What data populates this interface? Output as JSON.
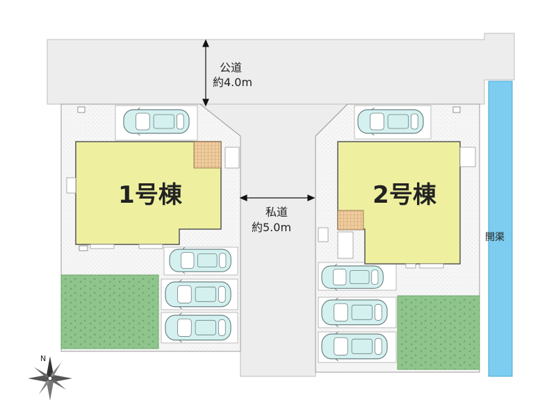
{
  "public_road": {
    "name": "公道",
    "width": "約4.0m"
  },
  "private_road": {
    "name": "私道",
    "width": "約5.0m"
  },
  "canal": {
    "label": "開渠"
  },
  "buildings": [
    {
      "label": "1号棟"
    },
    {
      "label": "2号棟"
    }
  ],
  "compass": {
    "north_label": "N"
  },
  "colors": {
    "road": "#ededed",
    "lot": "#f6f6f6",
    "building": "#eef0a0",
    "deck": "#efcc9e",
    "lawn": "#8fc58c",
    "canal": "#7ccdf0",
    "car": "#d4f0ef"
  }
}
